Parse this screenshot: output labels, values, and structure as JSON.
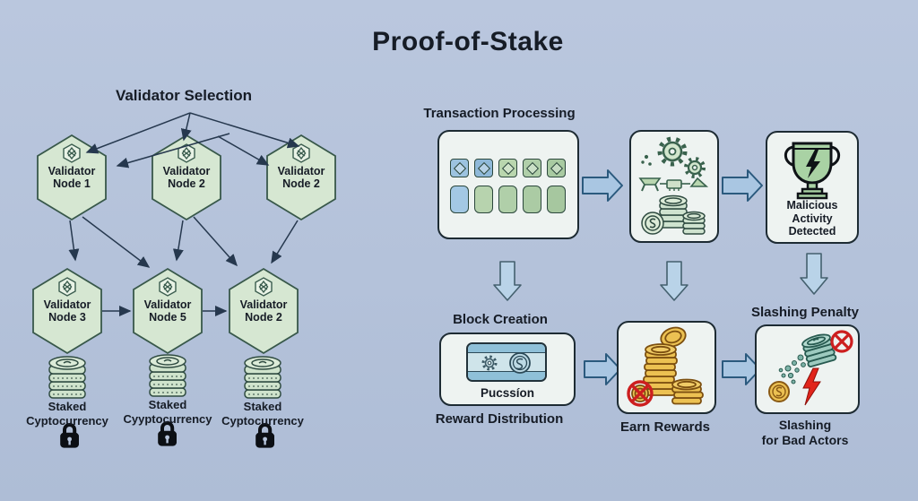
{
  "title": "Proof-of-Stake",
  "left": {
    "heading": "Validator Selection",
    "top_nodes": [
      "Validator\nNode 1",
      "Validator\nNode 2",
      "Validator\nNode 2"
    ],
    "bottom_nodes": [
      "Validator\nNode 3",
      "Validator\nNode 5",
      "Validator\nNode 2"
    ],
    "staked": [
      "Staked\nCyptocurrency",
      "Staked\nCyyptocurrency",
      "Staked\nCyptocurrency"
    ]
  },
  "flow": {
    "transaction_heading": "Transaction Processing",
    "malicious_label": "Malicious\nActivity\nDetected",
    "block_heading": "Block Creation",
    "block_inner_label": "Pucssíon",
    "reward_label": "Reward Distribution",
    "earn_label": "Earn Rewards",
    "slashing_heading": "Slashing Penalty",
    "slashing_below_label": "Slashing\nfor Bad Actors"
  },
  "colors": {
    "bg": "#b6c4db",
    "ink": "#161c26",
    "hex_fill": "#d6e7d2",
    "hex_stroke": "#38584a",
    "box_fill": "#eef3f1",
    "box_stroke": "#1d2b33",
    "arrow_fill": "#a9c6e2",
    "arrow_stroke": "#2b5a7e",
    "gold": "#ecc152",
    "teal": "#9dcabf",
    "red": "#cc1f1f",
    "green_icon": "#cfe3cc"
  }
}
